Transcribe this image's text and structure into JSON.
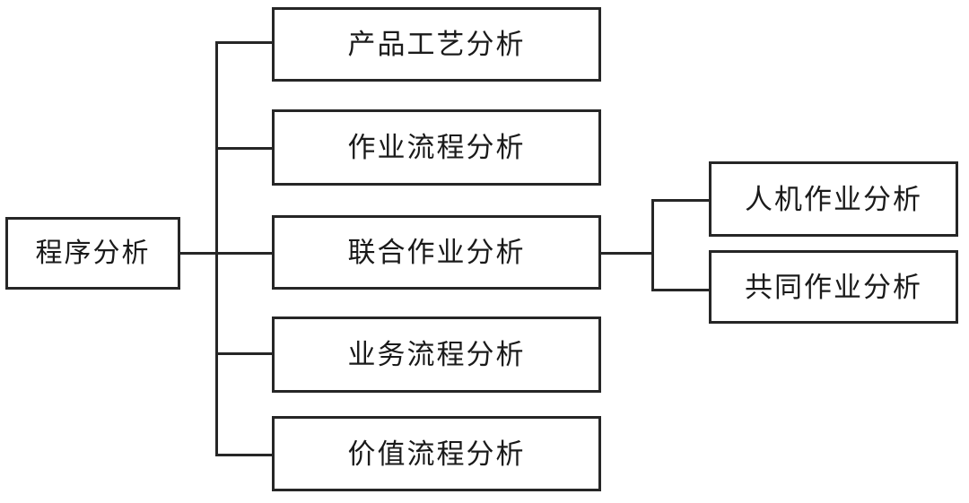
{
  "diagram": {
    "type": "tree-hierarchy",
    "orientation": "left-to-right",
    "line_color": "#262626",
    "box_fill": "#ffffff",
    "background": "#ffffff",
    "root": {
      "label": "程序分析"
    },
    "level2": [
      {
        "label": "产品工艺分析"
      },
      {
        "label": "作业流程分析"
      },
      {
        "label": "联合作业分析"
      },
      {
        "label": "业务流程分析"
      },
      {
        "label": "价值流程分析"
      }
    ],
    "level3": [
      {
        "label": "人机作业分析",
        "parent": "联合作业分析"
      },
      {
        "label": "共同作业分析",
        "parent": "联合作业分析"
      }
    ]
  }
}
